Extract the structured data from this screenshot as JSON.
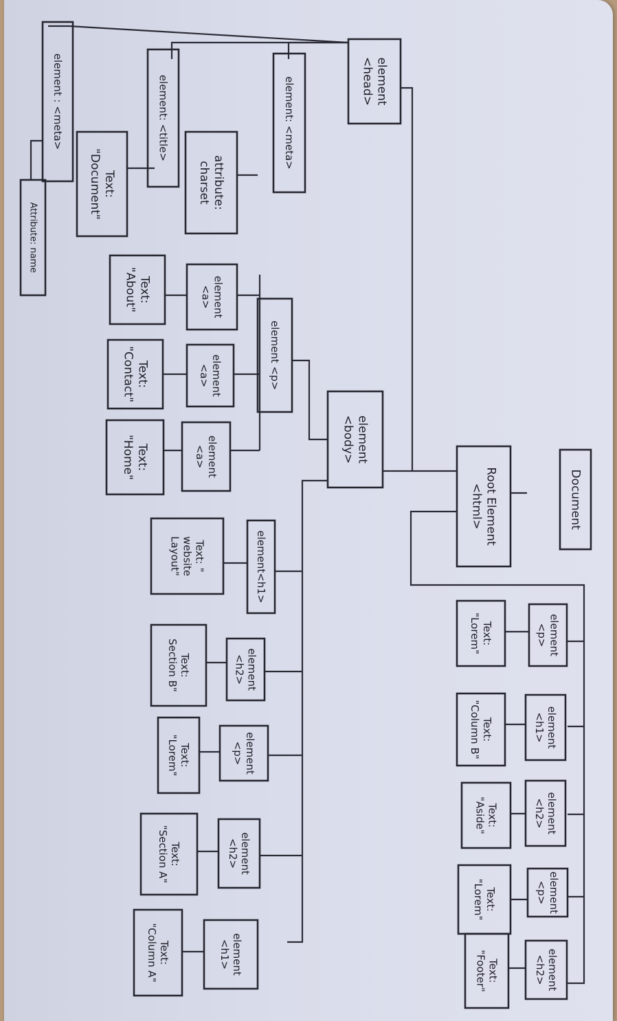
{
  "nodes": {
    "document": [
      "Document"
    ],
    "html": [
      "Root Element",
      "<html>"
    ],
    "head": [
      "element",
      "<head>"
    ],
    "body": [
      "element",
      "<body>"
    ],
    "meta1": [
      "element: <meta>"
    ],
    "charset": [
      "attribute:",
      "charset"
    ],
    "title": [
      "element: <title>"
    ],
    "title_text": [
      "Text:",
      "\"Document\""
    ],
    "meta2": [
      "element : <meta>"
    ],
    "meta2_attr": [
      "Attribute: name"
    ],
    "p_nav": [
      "element <p>"
    ],
    "a1": [
      "element",
      "<a>"
    ],
    "a1_text": [
      "Text:",
      "\"About\""
    ],
    "a2": [
      "element",
      "<a>"
    ],
    "a2_text": [
      "Text:",
      "\"Contact\""
    ],
    "a3": [
      "element",
      "<a>"
    ],
    "a3_text": [
      "Text:",
      "\"Home\""
    ],
    "h1_top": [
      "element<h1>"
    ],
    "h1_top_text": [
      "Text: \"",
      "website",
      "Layout\""
    ],
    "h2_b": [
      "element",
      "<h2>"
    ],
    "h2_b_text": [
      "Text:",
      "Section B\""
    ],
    "p_b": [
      "element",
      "<p>"
    ],
    "p_b_text": [
      "Text:",
      "\"Lorem\""
    ],
    "h2_a": [
      "element",
      "<h2>"
    ],
    "h2_a_text": [
      "Text:",
      "\"Section A\""
    ],
    "h1_a": [
      "element",
      "<h1>"
    ],
    "h1_a_text": [
      "Text:",
      "\"Column A\""
    ],
    "p_lorem": [
      "element",
      "<p>"
    ],
    "p_lorem_text": [
      "Text:",
      "\"Lorem\""
    ],
    "h1_colb": [
      "element",
      "<h1>"
    ],
    "h1_colb_text": [
      "Text:",
      "\"Column B\""
    ],
    "h2_aside": [
      "element",
      "<h2>"
    ],
    "h2_aside_text": [
      "Text:",
      "\"Aside\""
    ],
    "p_lorem2": [
      "element",
      "<p>"
    ],
    "p_lorem2_text": [
      "Text:",
      "\"Lorem\""
    ],
    "h2_footer": [
      "element",
      "<h2>"
    ],
    "h2_footer_text": [
      "Text:",
      "\"Footer\""
    ]
  }
}
